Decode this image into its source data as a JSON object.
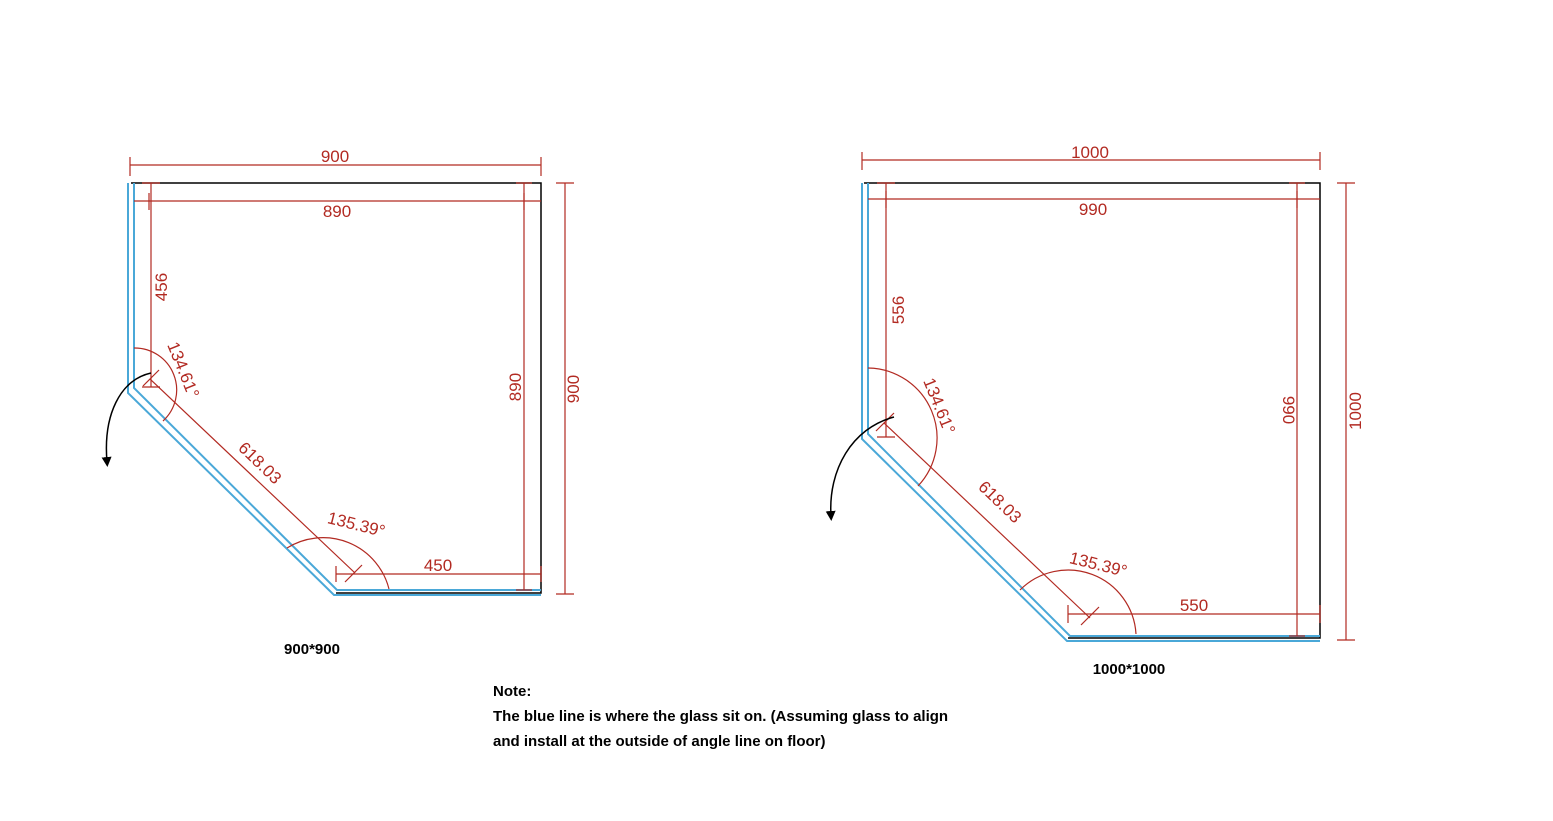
{
  "diagrams": [
    {
      "caption": "900*900",
      "outer_width": "900",
      "inner_width": "890",
      "outer_height": "900",
      "inner_height": "890",
      "side_length": "456",
      "diagonal": "618.03",
      "bottom_length": "450",
      "angle_top": "134.61°",
      "angle_bottom": "135.39°"
    },
    {
      "caption": "1000*1000",
      "outer_width": "1000",
      "inner_width": "990",
      "outer_height": "1000",
      "inner_height": "990",
      "side_length": "556",
      "diagonal": "618.03",
      "bottom_length": "550",
      "angle_top": "134.61°",
      "angle_bottom": "135.39°"
    }
  ],
  "note": {
    "title": "Note:",
    "line1": "The blue line is where the glass sit on. (Assuming glass to align",
    "line2": "and install at the outside of angle line on floor)"
  },
  "colors": {
    "dimension": "#b22a22",
    "glass": "#4aa8d8",
    "frame": "#000000"
  }
}
